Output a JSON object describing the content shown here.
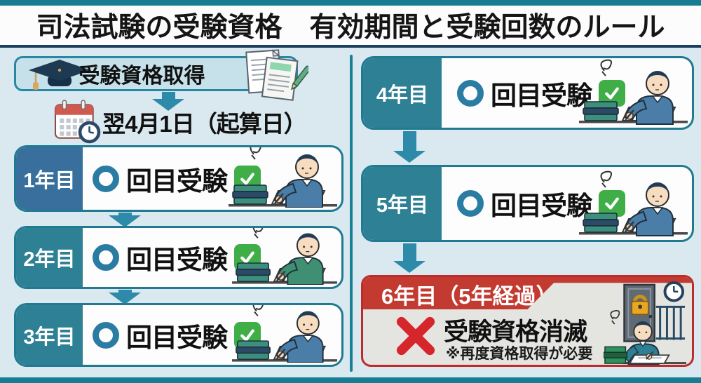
{
  "title": "司法試験の受験資格　有効期間と受験回数のルール",
  "left_flow": {
    "qualification_badge": "受験資格取得",
    "start_date": "翌4月1日（起算日）",
    "rows": [
      {
        "year": "1年目",
        "attempt": "回目受験"
      },
      {
        "year": "2年目",
        "attempt": "回目受験"
      },
      {
        "year": "3年目",
        "attempt": "回目受験"
      }
    ]
  },
  "right_flow": {
    "rows": [
      {
        "year": "4年目",
        "attempt": "回目受験"
      },
      {
        "year": "5年目",
        "attempt": "回目受験"
      }
    ],
    "expiry": {
      "header": "6年目（5年経過）",
      "main": "受験資格消滅",
      "note": "※再度資格取得が必要"
    }
  },
  "icons": {
    "count_circle": "〇",
    "check": "チェック",
    "cross": "バツ",
    "graduation_cap": "卒業帽",
    "documents": "書類",
    "calendar_clock": "カレンダーと時計"
  },
  "colors": {
    "background": "#d9e9ef",
    "frame_teal": "#177d93",
    "row_border": "#1f7a92",
    "year_label_teal": "#2e8094",
    "year_label_blue": "#386f9d",
    "arrow": "#2d8aa8",
    "check_green": "#3fae47",
    "ring_teal": "#2b7ca3",
    "expiry_red": "#c33a31",
    "cross_red": "#d6262c",
    "title_underline": "#1c3e60"
  }
}
